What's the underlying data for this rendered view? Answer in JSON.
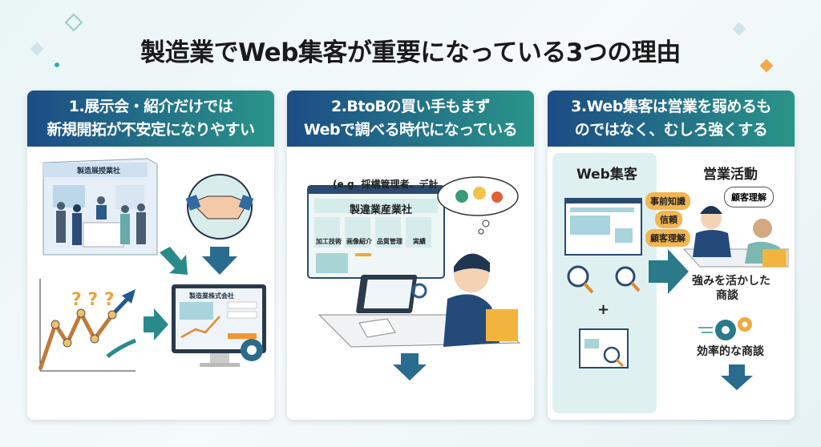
{
  "title": "製造業でWeb集客が重要になっている3つの理由",
  "colors": {
    "header_start": "#1c4c86",
    "header_end": "#2a9488",
    "accent_orange": "#f2b552",
    "teal": "#2a8a8a"
  },
  "cards": [
    {
      "header_line1": "1.展示会・紹介だけでは",
      "header_line2": "新規開拓が不安定になりやすい",
      "booth_sign": "製造展授業社",
      "monitor_title": "製造業株式会社"
    },
    {
      "header_line1": "2.BtoBの買い手もまず",
      "header_line2": "Webで調べる時代になっている",
      "caption": "(e.g. 採構管理者、デ計",
      "site_title": "製違業産業社",
      "features": [
        "加工技術",
        "画像紹介",
        "品質管理",
        "実績"
      ]
    },
    {
      "header_line1": "3.Web集客は営業を弱めるも",
      "header_line2": "のではなく、むしろ強くする",
      "left_heading": "Web集客",
      "right_heading": "営業活動",
      "pills": [
        "事前知識",
        "信頼",
        "顧客理解"
      ],
      "speech": "顧客理解",
      "plus": "+",
      "result1_line1": "強みを活かした",
      "result1_line2": "商談",
      "result2": "効率的な商談"
    }
  ]
}
